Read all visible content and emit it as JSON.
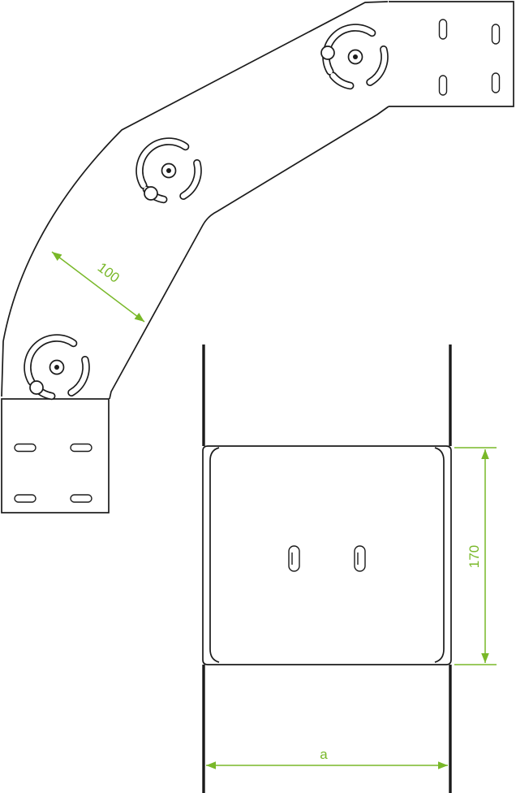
{
  "drawing": {
    "plan_view": {
      "dimension_width": {
        "label": "100"
      }
    },
    "section_view": {
      "dimension_height": {
        "label": "170"
      },
      "dimension_width": {
        "label": "a"
      }
    },
    "colors": {
      "line": "#1b1b1b",
      "dimension": "#79b829",
      "background": "#ffffff"
    }
  }
}
